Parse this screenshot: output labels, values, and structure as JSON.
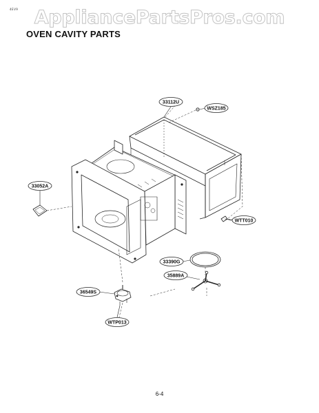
{
  "watermark": "AppliancePartsPros.com",
  "corner_mark": "4EV9",
  "title": "OVEN CAVITY PARTS",
  "page_number": "6-4",
  "callouts": {
    "outer_case": "33112U",
    "screw_top": "WSZ185",
    "door_gasket": "33052A",
    "screw_side": "WTT010",
    "turntable_tray": "33390G",
    "roller_ring": "35889A",
    "motor": "36549S",
    "motor_screw": "WTP013"
  }
}
